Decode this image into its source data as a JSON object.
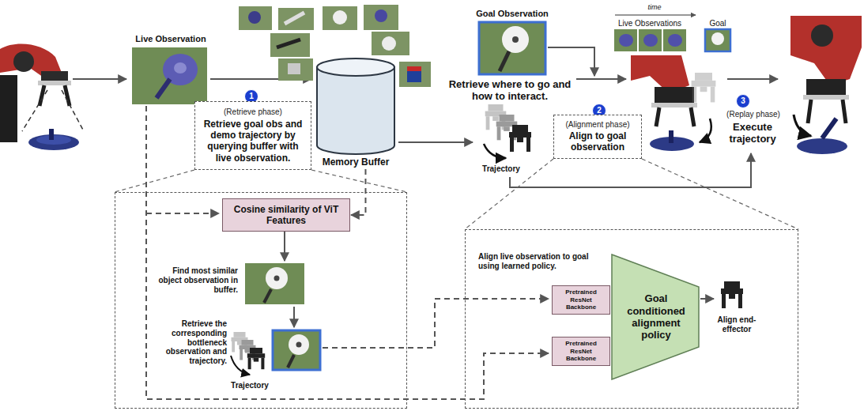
{
  "diagram": {
    "nodes": [
      {
        "text": [
          "1"
        ]
      },
      {
        "text": [
          "(Retrieve phase)",
          "Retrieve goal obs and demo trajectory by querying buffer with live observation."
        ]
      },
      {
        "text": [
          "Memory Buffer"
        ]
      },
      {
        "text": [
          "2"
        ]
      },
      {
        "text": [
          "(Alignment phase)",
          "Align to goal observation"
        ]
      },
      {
        "text": [
          "3"
        ]
      },
      {
        "text": [
          "Find most similar object observation in buffer.",
          "Retrieve the corresponding bottleneck observation and trajectory.",
          "Trajectory"
        ]
      },
      {
        "text": [
          "Cosine similarity of ViT Features"
        ],
        "in": 6
      },
      {
        "text": [
          "Align live observation to goal using learned policy."
        ]
      },
      {
        "text": [
          "Pretrained ResNet Backbone"
        ],
        "in": 8
      },
      {
        "text": [
          "Pretrained ResNet Backbone"
        ],
        "in": 8
      },
      {
        "text": [
          "Goal conditioned alignment policy"
        ],
        "in": 8
      }
    ],
    "edges": [
      {
        "from": 2,
        "to": 7,
        "arrow": "to"
      }
    ],
    "labels": [
      "Live Observation",
      "Goal Observation",
      "Retrieve where to go and how to interact.",
      "time",
      "Live Observations",
      "Goal",
      "Trajectory",
      "(Replay phase)",
      "Execute trajectory",
      "Align end-effector"
    ]
  }
}
